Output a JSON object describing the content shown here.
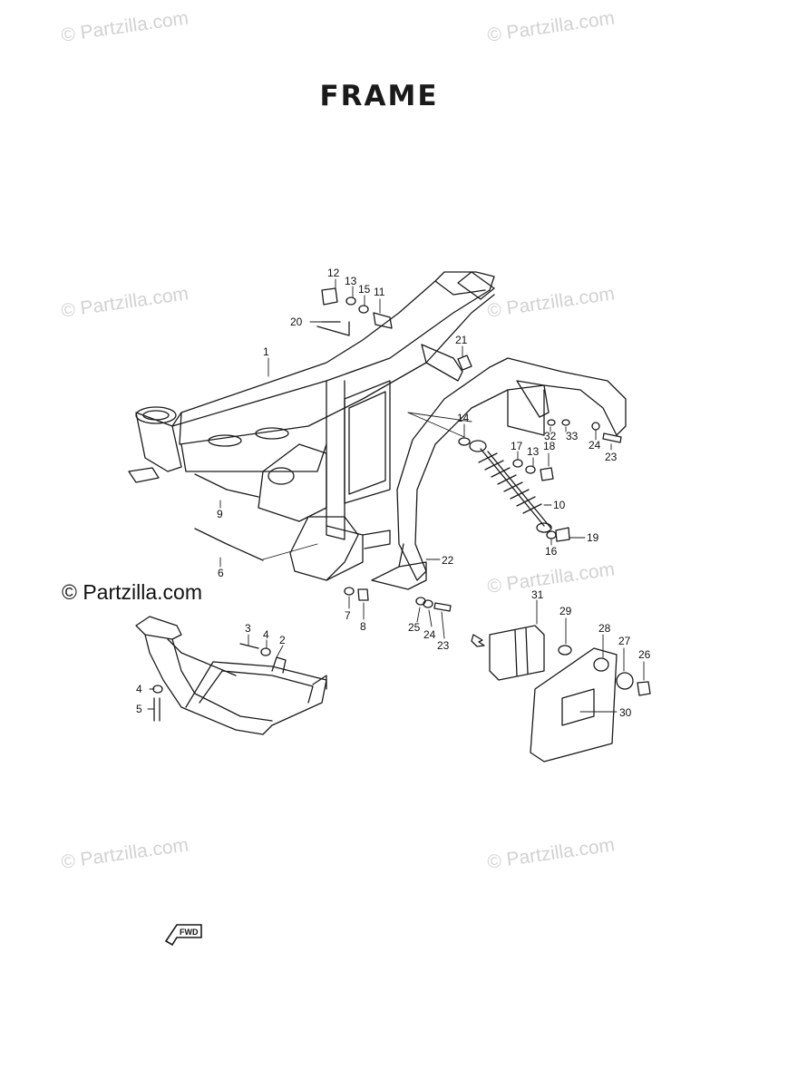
{
  "title": "FRAME",
  "watermark": "© Partzilla.com",
  "fwd_label": "FWD",
  "callouts": {
    "c1": "1",
    "c2": "2",
    "c3": "3",
    "c4a": "4",
    "c4b": "4",
    "c5": "5",
    "c6": "6",
    "c7": "7",
    "c8": "8",
    "c9": "9",
    "c10": "10",
    "c11": "11",
    "c12": "12",
    "c13a": "13",
    "c13b": "13",
    "c14": "14",
    "c15": "15",
    "c16": "16",
    "c17": "17",
    "c18": "18",
    "c19": "19",
    "c20": "20",
    "c21": "21",
    "c22": "22",
    "c23a": "23",
    "c23b": "23",
    "c24a": "24",
    "c24b": "24",
    "c25": "25",
    "c26": "26",
    "c27": "27",
    "c28": "28",
    "c29": "29",
    "c30": "30",
    "c31": "31",
    "c32": "32",
    "c33": "33"
  }
}
